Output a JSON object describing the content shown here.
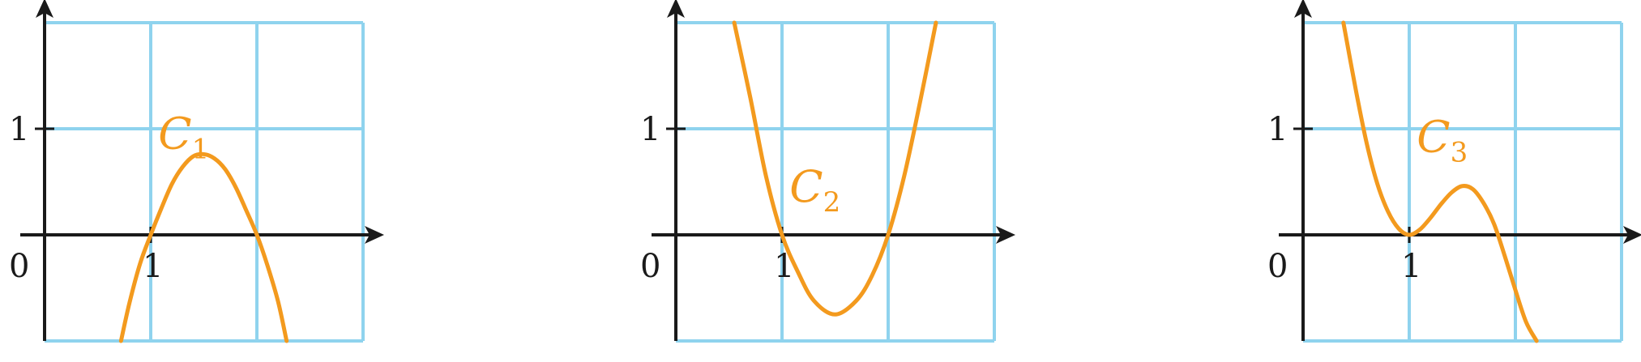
{
  "chart_data": [
    {
      "type": "line",
      "origin_label": "0",
      "x_tick_labels": [
        "1"
      ],
      "y_tick_labels": [
        "1"
      ],
      "xlim": [
        0,
        3
      ],
      "ylim": [
        -1,
        2
      ],
      "grid": true,
      "series": [
        {
          "name": "C",
          "subscript": "1",
          "label_at": [
            1.3,
            0.95
          ],
          "x": [
            0.72,
            0.8,
            0.9,
            1.0,
            1.1,
            1.2,
            1.3,
            1.4,
            1.5,
            1.6,
            1.7,
            1.8,
            1.9,
            2.0,
            2.1,
            2.2,
            2.28
          ],
          "y": [
            -1.0,
            -0.64,
            -0.27,
            0.0,
            0.25,
            0.48,
            0.64,
            0.74,
            0.76,
            0.72,
            0.62,
            0.45,
            0.23,
            0.0,
            -0.29,
            -0.63,
            -1.0
          ]
        }
      ],
      "colors": {
        "curve": "#f39a1e",
        "grid": "#8fd3ee",
        "axes": "#1a1a1a"
      }
    },
    {
      "type": "line",
      "origin_label": "0",
      "x_tick_labels": [
        "1"
      ],
      "y_tick_labels": [
        "1"
      ],
      "xlim": [
        0,
        3
      ],
      "ylim": [
        -1,
        2
      ],
      "grid": true,
      "series": [
        {
          "name": "C",
          "subscript": "2",
          "label_at": [
            1.3,
            0.45
          ],
          "x": [
            0.55,
            0.7,
            0.85,
            1.0,
            1.15,
            1.3,
            1.5,
            1.7,
            1.85,
            2.0,
            2.15,
            2.3,
            2.45
          ],
          "y": [
            2.0,
            1.3,
            0.55,
            0.0,
            -0.35,
            -0.62,
            -0.75,
            -0.62,
            -0.38,
            0.0,
            0.55,
            1.25,
            2.0
          ]
        }
      ],
      "colors": {
        "curve": "#f39a1e",
        "grid": "#8fd3ee",
        "axes": "#1a1a1a"
      }
    },
    {
      "type": "line",
      "origin_label": "0",
      "x_tick_labels": [
        "1"
      ],
      "y_tick_labels": [
        "1"
      ],
      "xlim": [
        0,
        3
      ],
      "ylim": [
        -1,
        2
      ],
      "grid": true,
      "series": [
        {
          "name": "C",
          "subscript": "3",
          "label_at": [
            1.3,
            0.92
          ],
          "x": [
            0.38,
            0.5,
            0.6,
            0.7,
            0.8,
            0.9,
            1.0,
            1.1,
            1.2,
            1.3,
            1.4,
            1.5,
            1.6,
            1.7,
            1.8,
            1.9,
            2.0,
            2.1,
            2.2
          ],
          "y": [
            2.0,
            1.35,
            0.86,
            0.48,
            0.22,
            0.06,
            0.0,
            0.05,
            0.16,
            0.29,
            0.4,
            0.46,
            0.43,
            0.3,
            0.1,
            -0.2,
            -0.52,
            -0.82,
            -1.0
          ]
        }
      ],
      "colors": {
        "curve": "#f39a1e",
        "grid": "#8fd3ee",
        "axes": "#1a1a1a"
      }
    }
  ]
}
